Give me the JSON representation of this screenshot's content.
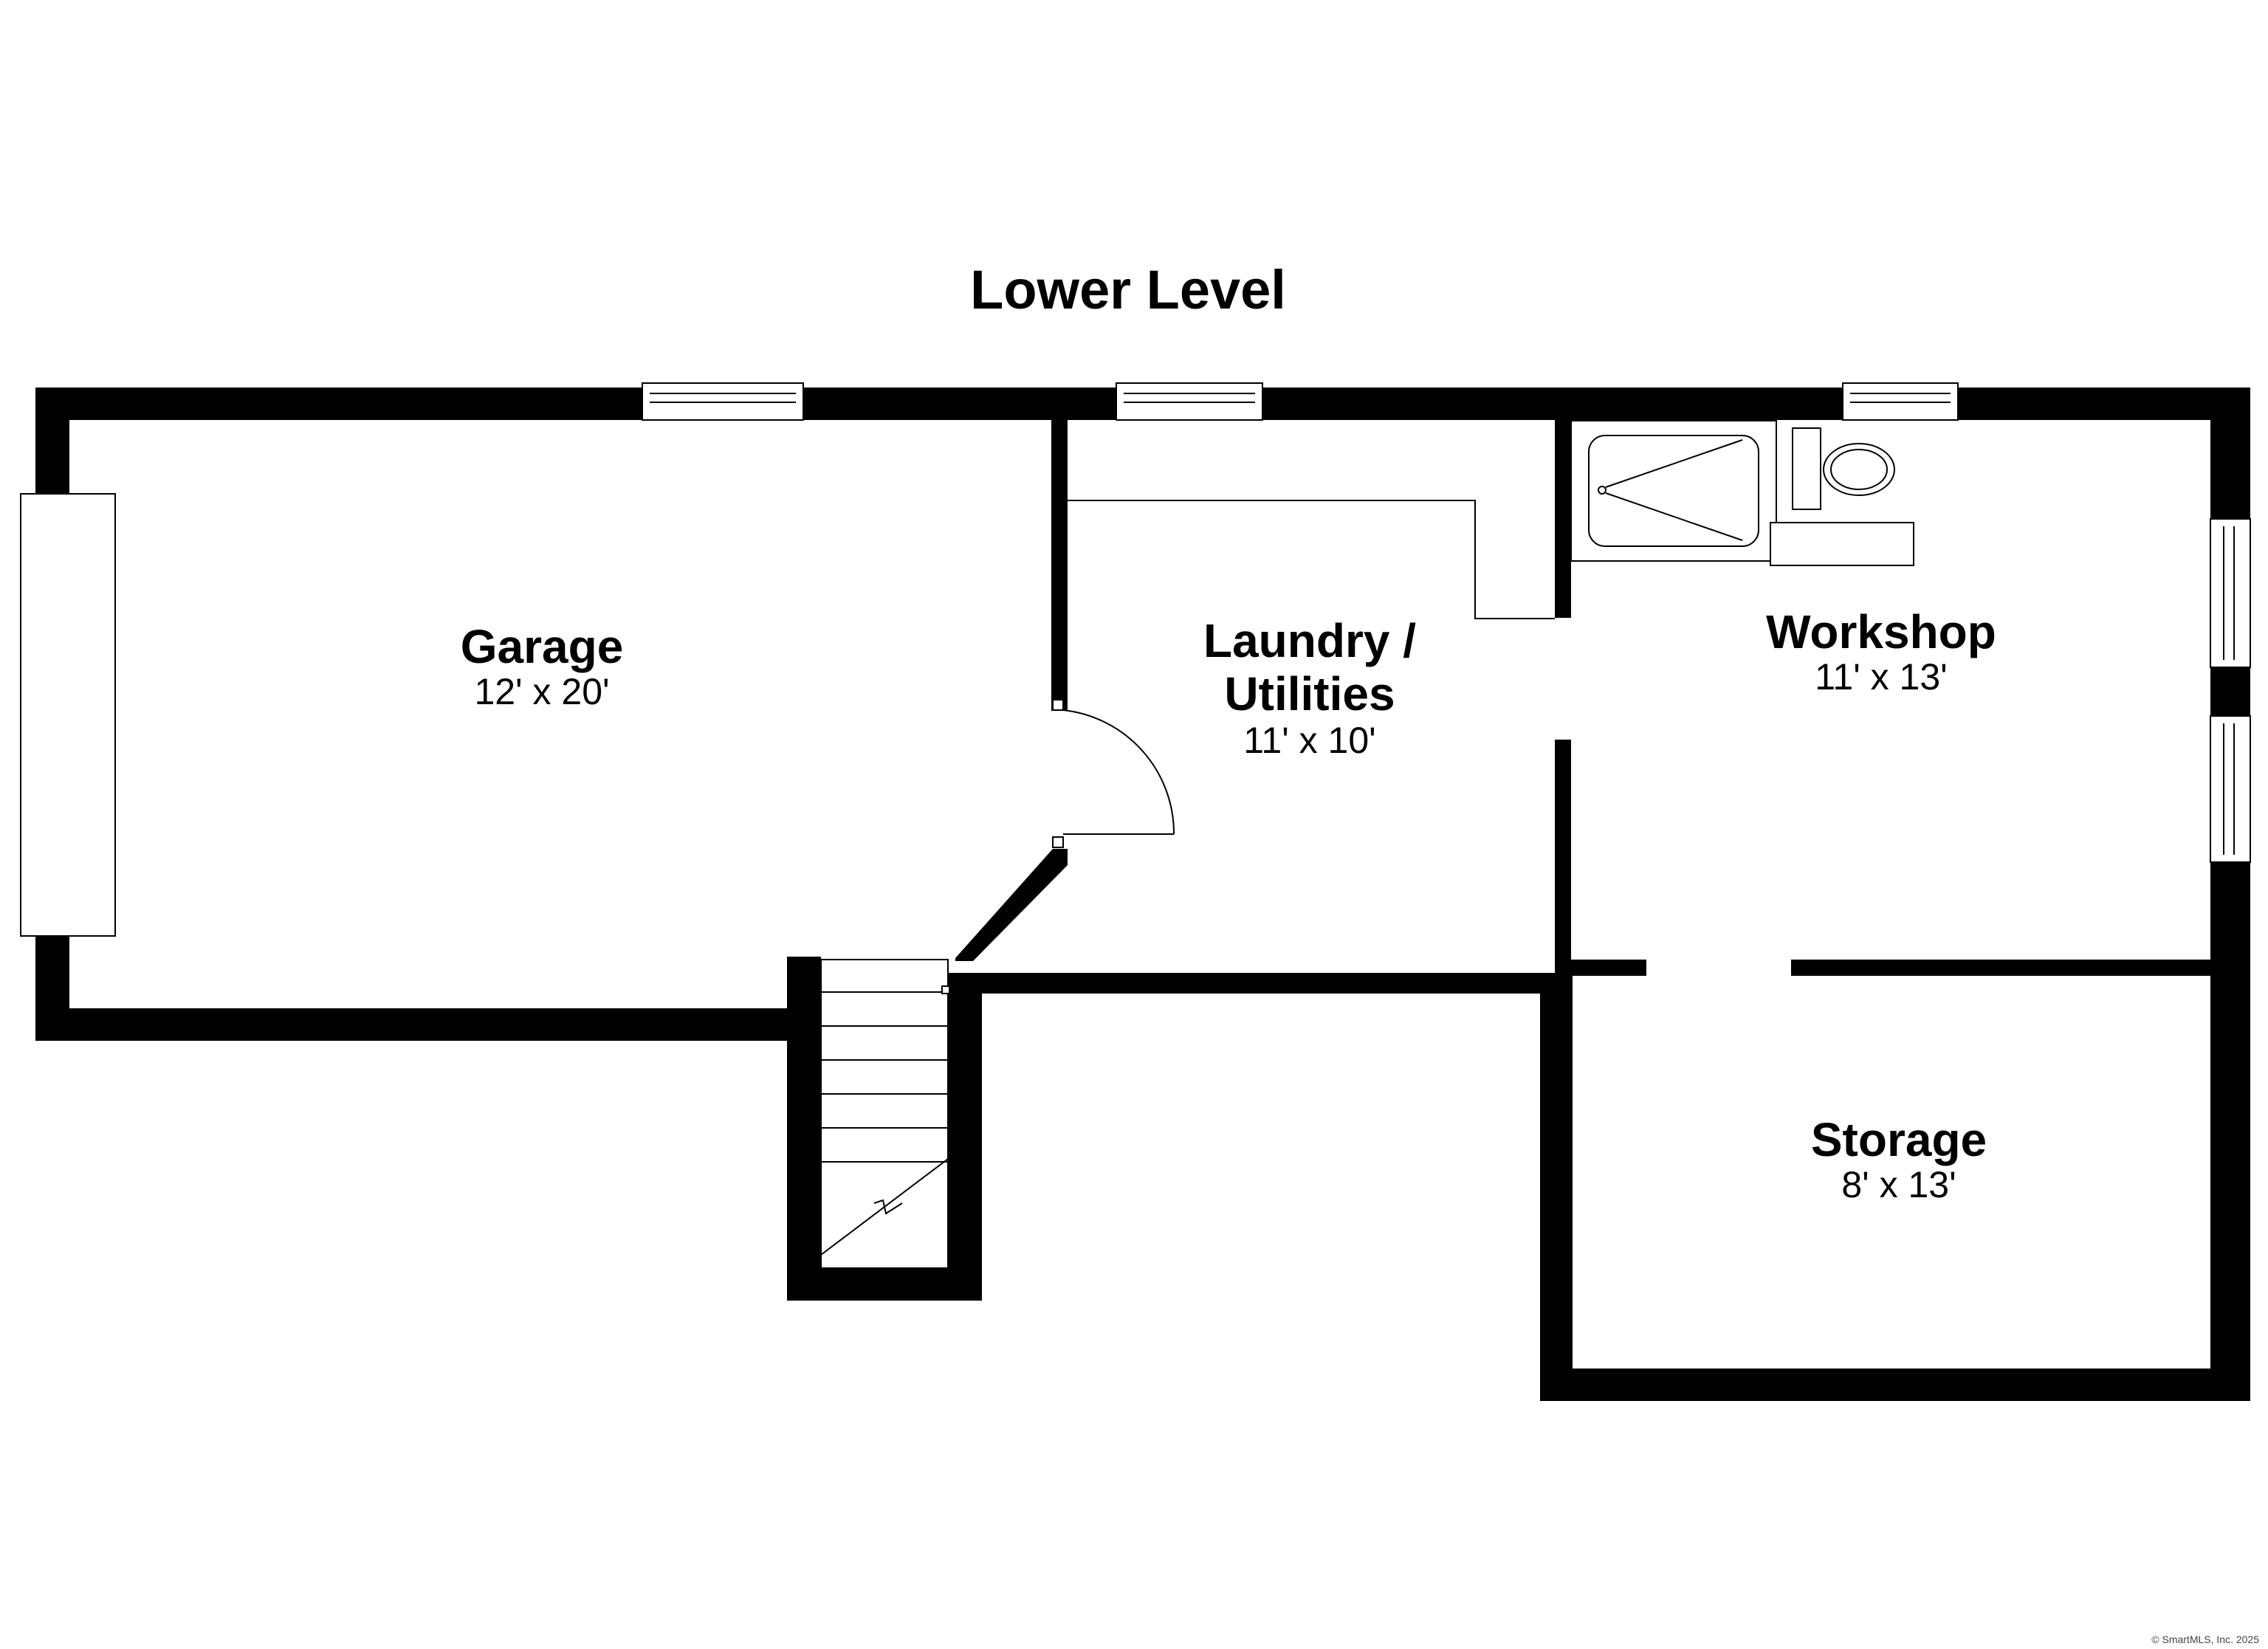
{
  "title": "Lower Level",
  "rooms": [
    {
      "name": "Garage",
      "dims": "12' x 20'"
    },
    {
      "name_line1": "Laundry /",
      "name_line2": "Utilities",
      "dims": "11' x 10'"
    },
    {
      "name": "Workshop",
      "dims": "11' x 13'"
    },
    {
      "name": "Storage",
      "dims": "8' x 13'"
    }
  ],
  "copyright": "© SmartMLS, Inc. 2025"
}
